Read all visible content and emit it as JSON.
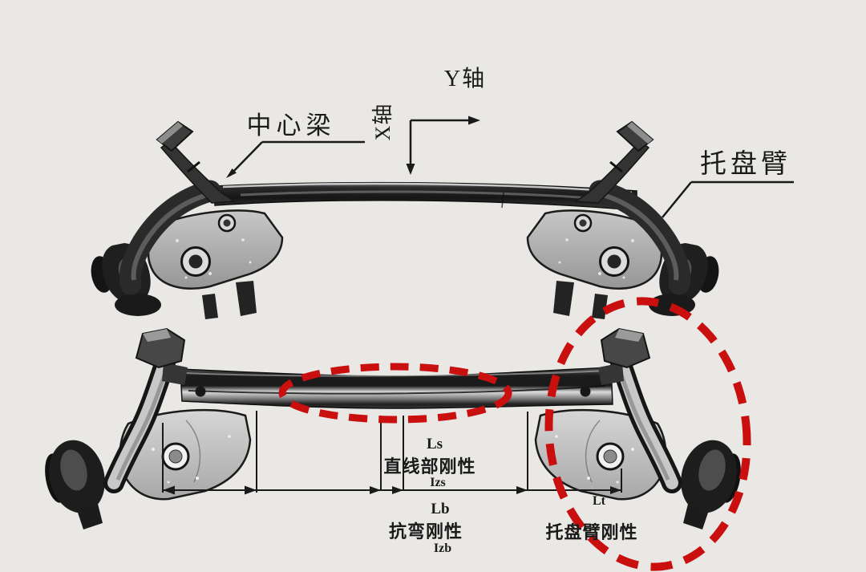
{
  "colors": {
    "background": "#e9e8e5",
    "highlight_red": "#c9100f",
    "line_black": "#1a1a1a"
  },
  "top_view": {
    "center_beam_label": "中心梁",
    "trailing_arm_label": "托盘臂"
  },
  "axes": {
    "y_axis_label": "Y轴",
    "x_axis_label": "X轴"
  },
  "bottom_view": {
    "ls_label": "Ls",
    "straight_section_stiffness_label": "直线部刚性",
    "izs_label": "Izs",
    "lb_label": "Lb",
    "bending_stiffness_label": "抗弯刚性",
    "izb_label": "Izb",
    "lt_label": "Lt",
    "trailing_arm_stiffness_label": "托盘臂刚性"
  }
}
